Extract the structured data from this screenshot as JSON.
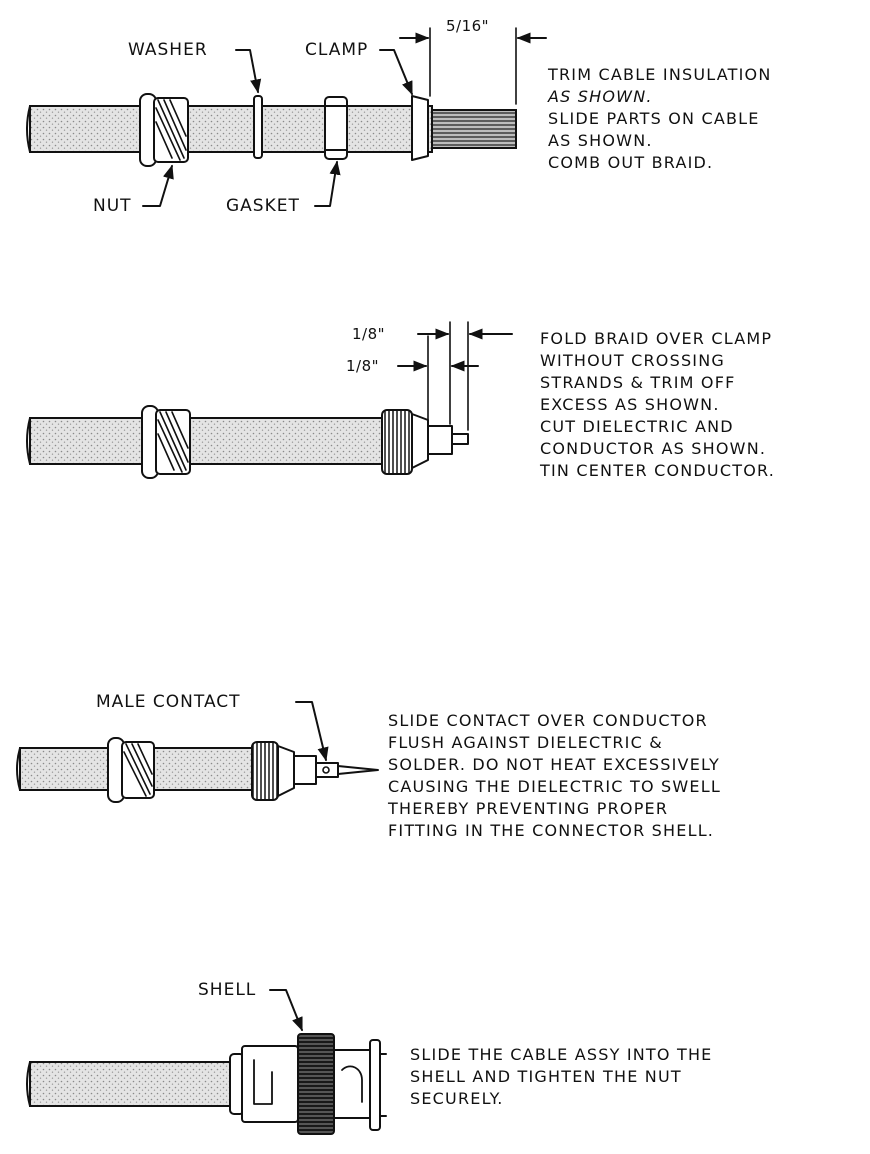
{
  "step1": {
    "labels": {
      "washer": "WASHER",
      "clamp": "CLAMP",
      "dimension": "5/16\"",
      "nut": "NUT",
      "gasket": "GASKET"
    },
    "instructions": [
      "TRIM CABLE INSULATION",
      "AS SHOWN.",
      "SLIDE PARTS ON CABLE",
      "AS SHOWN.",
      "COMB OUT BRAID."
    ]
  },
  "step2": {
    "labels": {
      "dimension_a": "1/8\"",
      "dimension_b": "1/8\""
    },
    "instructions": [
      "FOLD BRAID OVER CLAMP",
      "WITHOUT CROSSING",
      "STRANDS & TRIM OFF",
      "EXCESS AS SHOWN.",
      "CUT DIELECTRIC AND",
      "CONDUCTOR AS SHOWN.",
      "TIN CENTER CONDUCTOR."
    ]
  },
  "step3": {
    "labels": {
      "male_contact": "MALE CONTACT"
    },
    "instructions": [
      "SLIDE CONTACT OVER CONDUCTOR",
      "FLUSH AGAINST DIELECTRIC &",
      "SOLDER. DO NOT HEAT EXCESSIVELY",
      "CAUSING THE DIELECTRIC TO SWELL",
      "THEREBY PREVENTING PROPER",
      "FITTING IN THE CONNECTOR SHELL."
    ]
  },
  "step4": {
    "labels": {
      "shell": "SHELL"
    },
    "instructions": [
      "SLIDE THE CABLE ASSY INTO THE",
      "SHELL AND TIGHTEN THE NUT",
      "SECURELY."
    ]
  }
}
